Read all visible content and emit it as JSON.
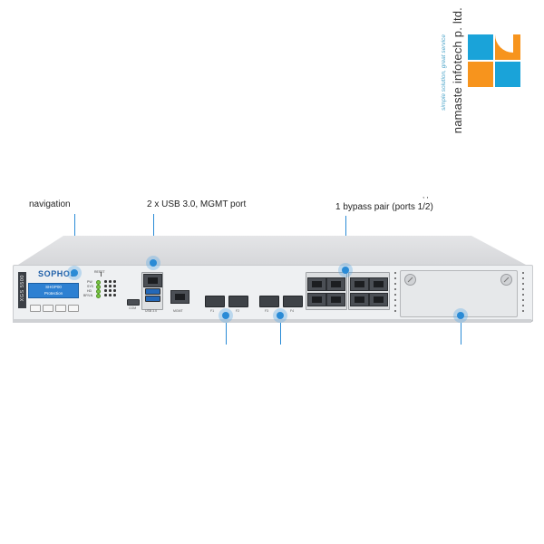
{
  "brand": {
    "name": "namaste infotech p. ltd.",
    "tagline": "simple solution, great service",
    "colors": {
      "blue": "#1aa3d9",
      "orange": "#f7941d"
    }
  },
  "callouts": {
    "navigation": "navigation",
    "usb_mgmt": "2 x USB 3.0, MGMT port",
    "bypass": "1 bypass pair (ports 1/2)",
    "tick_mark": ", ,"
  },
  "device": {
    "brand_label": "SOPHOS",
    "lcd_line1": "SHGP00",
    "lcd_line2": "Protection",
    "model_tab": "XGS 5500",
    "port_labels": {
      "com": "COM",
      "usb": "USB 3.0",
      "mgmt": "MGMT",
      "f1": "F1",
      "f2": "F2",
      "f3": "F3",
      "f4": "F4",
      "reset": "RESET"
    },
    "led_labels": [
      "PW",
      "SYS",
      "HD",
      "BP/LN"
    ],
    "accent": "#2a8bd6"
  }
}
